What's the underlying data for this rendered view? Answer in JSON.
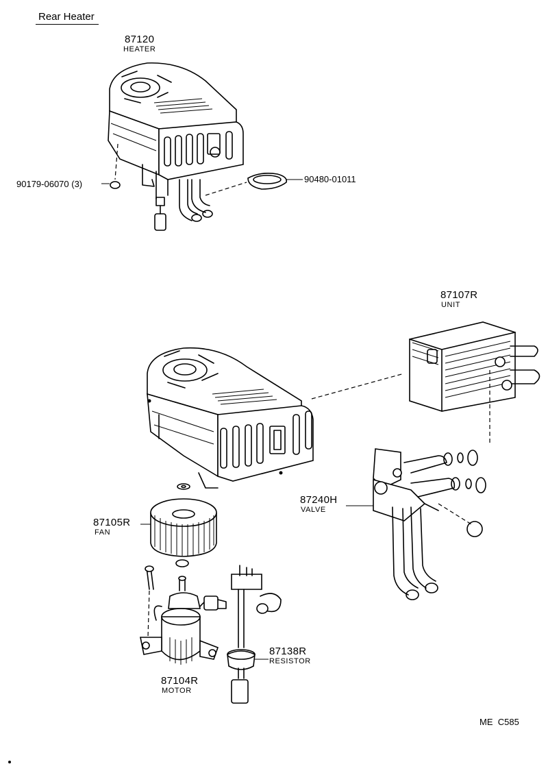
{
  "title": "Rear Heater",
  "parts": {
    "heater": {
      "number": "87120",
      "name": "HEATER"
    },
    "nut": {
      "number": "90179-06070 (3)"
    },
    "grommet": {
      "number": "90480-01011"
    },
    "unit": {
      "number": "87107R",
      "name": "UNIT"
    },
    "valve": {
      "number": "87240H",
      "name": "VALVE"
    },
    "fan": {
      "number": "87105R",
      "name": "FAN"
    },
    "resistor": {
      "number": "87138R",
      "name": "RESISTOR"
    },
    "motor": {
      "number": "87104R",
      "name": "MOTOR"
    }
  },
  "footer": {
    "code": "ME  C585"
  }
}
